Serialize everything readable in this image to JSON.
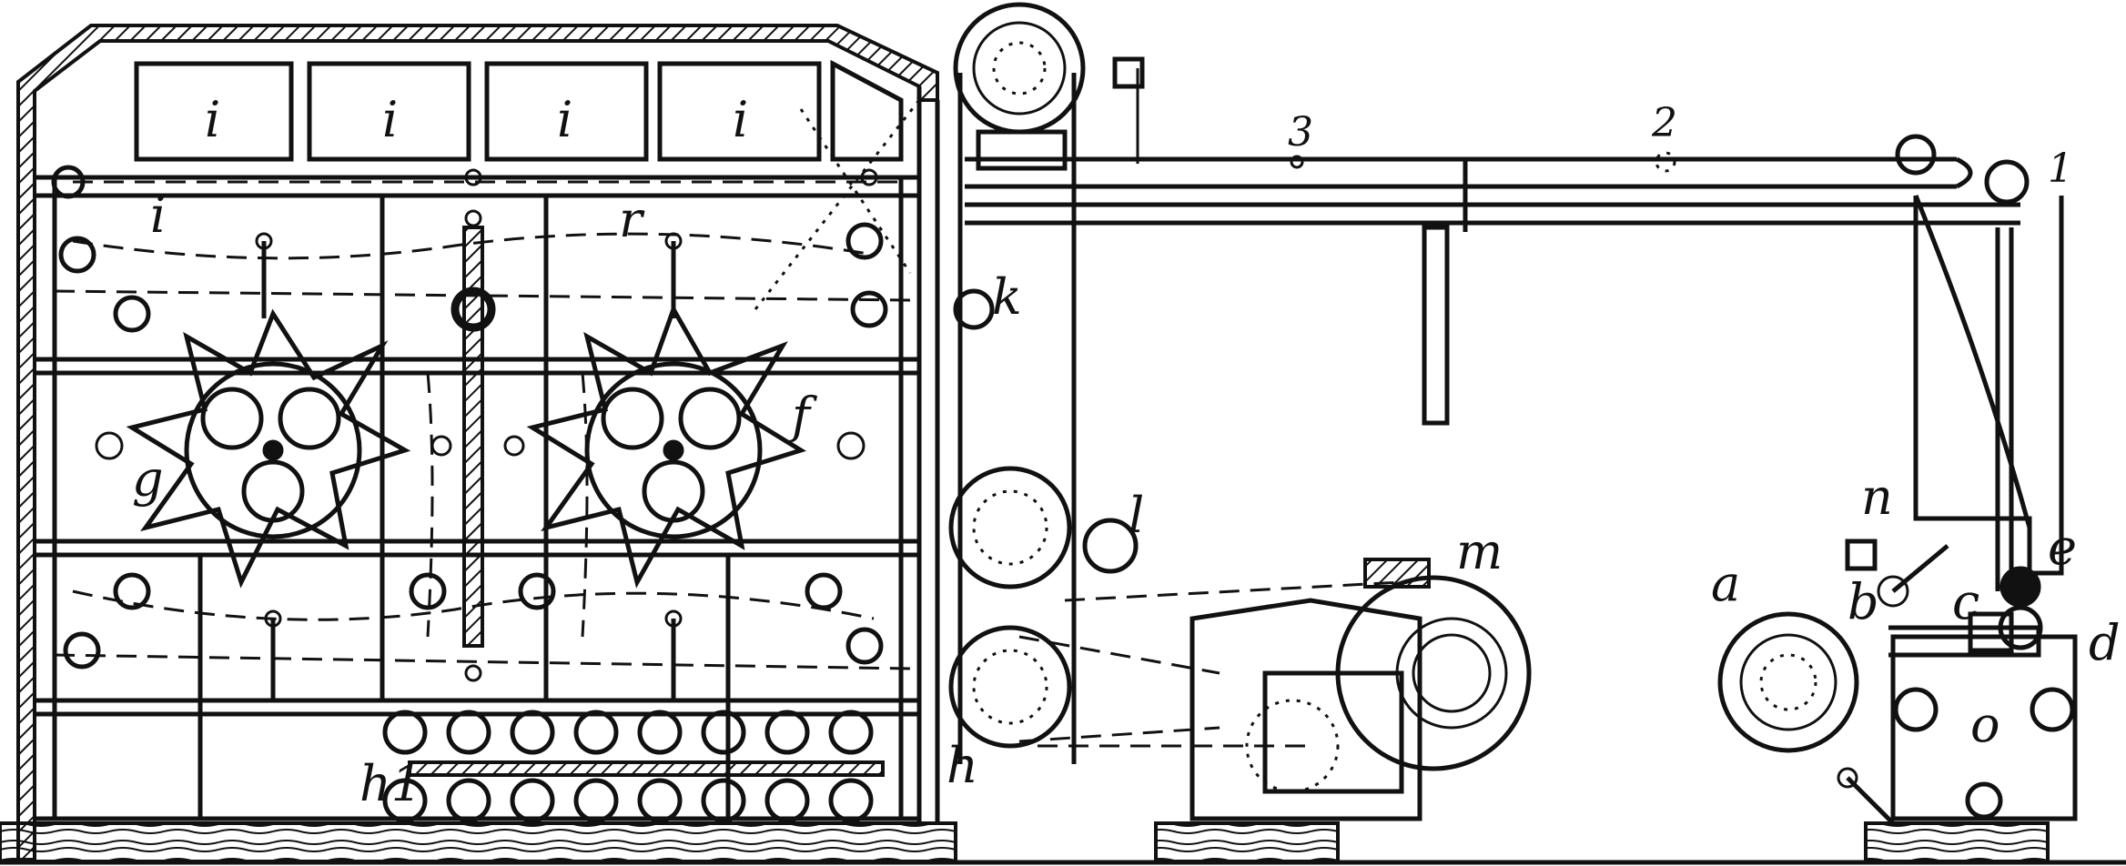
{
  "labels": {
    "i1": "i",
    "i2": "i",
    "i3": "i",
    "i4": "i",
    "i5": "i",
    "r": "r",
    "k": "k",
    "g": "g",
    "f": "f",
    "l": "l",
    "m": "m",
    "h": "h",
    "h1": "h1",
    "n1": "1",
    "n2": "2",
    "n3": "3",
    "n": "n",
    "a": "a",
    "b": "b",
    "c": "c",
    "d": "d",
    "e": "e",
    "o": "o"
  }
}
